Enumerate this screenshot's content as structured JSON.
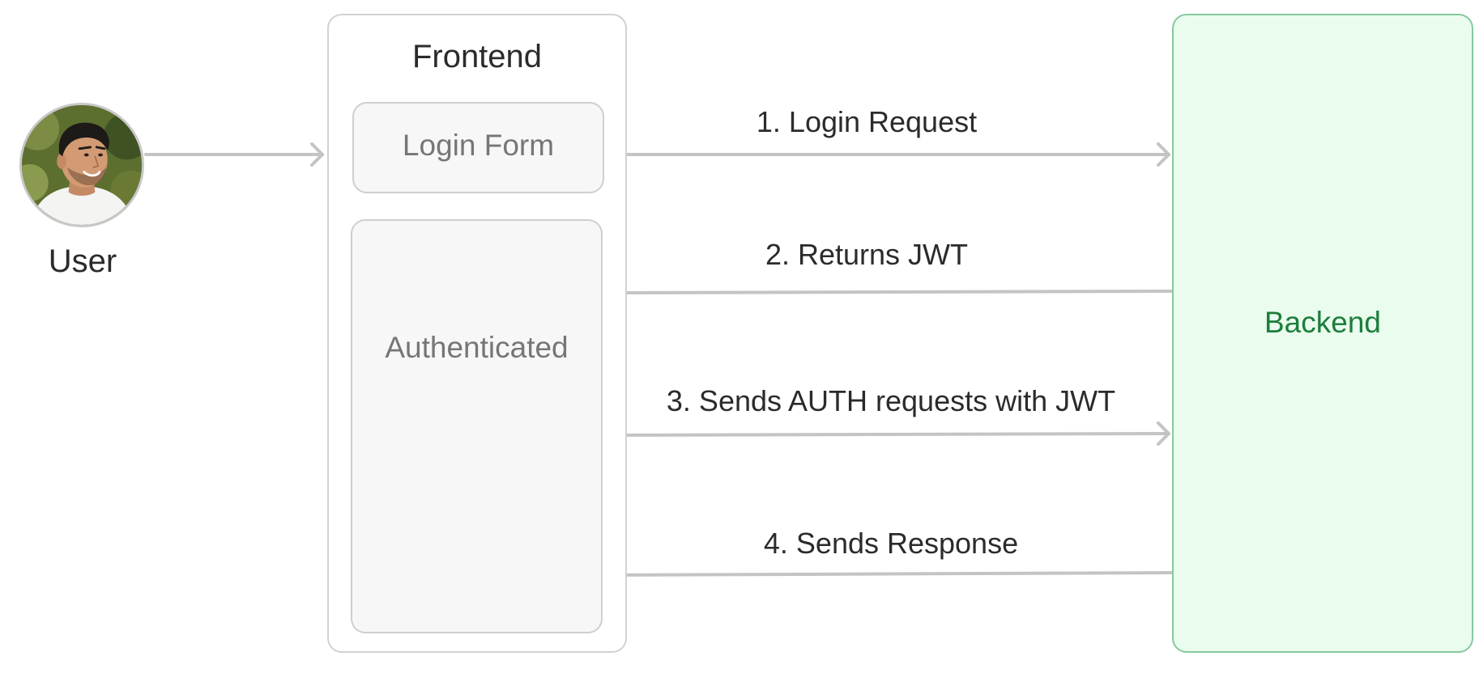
{
  "user": {
    "label": "User",
    "avatar_icon": "user-photo-avatar"
  },
  "frontend": {
    "title": "Frontend",
    "login_form": "Login Form",
    "authenticated": "Authenticated"
  },
  "backend": {
    "title": "Backend"
  },
  "arrows": [
    {
      "label": "1. Login Request",
      "direction": "frontend-to-backend"
    },
    {
      "label": "2. Returns JWT",
      "direction": "backend-to-frontend"
    },
    {
      "label": "3. Sends AUTH requests with JWT",
      "direction": "frontend-to-backend"
    },
    {
      "label": "4. Sends Response",
      "direction": "backend-to-frontend"
    }
  ],
  "colors": {
    "line": "#c4c4c4",
    "frontend_border": "#d2d2d2",
    "inner_box_fill": "#f7f7f7",
    "backend_fill": "#e9fcee",
    "backend_border": "#85c99d",
    "backend_text": "#1d7d3b",
    "muted_text": "#767676",
    "dark_text": "#2b2b2b"
  }
}
